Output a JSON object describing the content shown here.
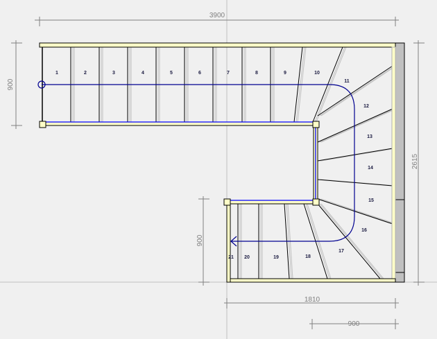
{
  "drawing": {
    "dimensions": {
      "total_length": "3900",
      "top_flight_width": "900",
      "total_depth": "2615",
      "bottom_flight_width": "900",
      "bottom_length": "1810",
      "bottom_right_width": "900"
    },
    "steps": [
      "1",
      "2",
      "3",
      "4",
      "5",
      "6",
      "7",
      "8",
      "9",
      "10",
      "11",
      "12",
      "13",
      "14",
      "15",
      "16",
      "17",
      "18",
      "19",
      "20",
      "21"
    ],
    "colors": {
      "stringer": "#ffffc8",
      "walk_line": "#000090",
      "handrail": "#0000ff",
      "wall": "#c0c0c0",
      "dimension": "#808080"
    }
  }
}
